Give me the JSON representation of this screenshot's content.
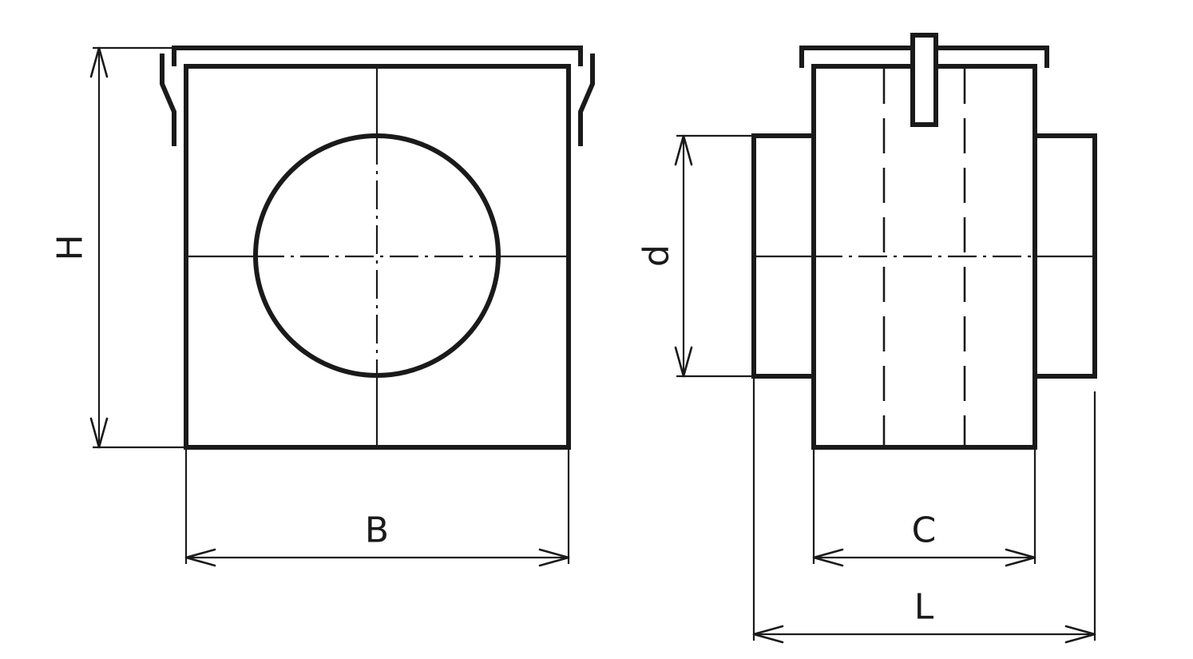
{
  "dimensions": {
    "height": "H",
    "width": "B",
    "diameter": "d",
    "center_width": "C",
    "length": "L"
  },
  "colors": {
    "line": "#1a1a1a",
    "background": "#ffffff"
  }
}
